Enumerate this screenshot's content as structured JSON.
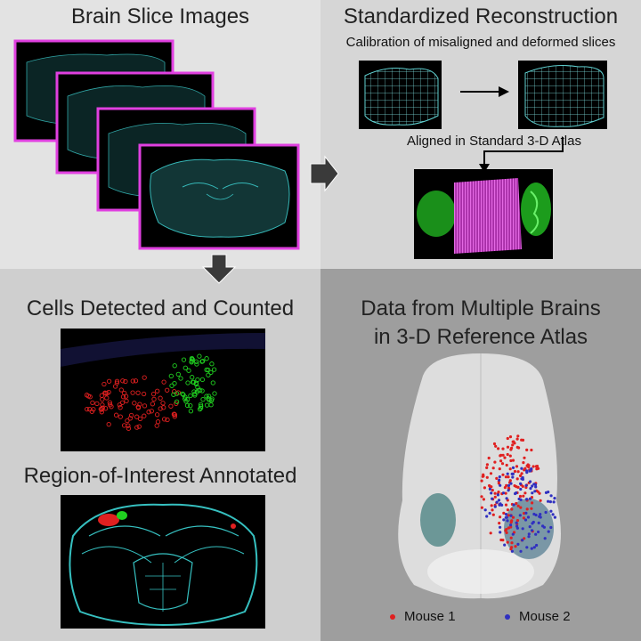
{
  "panels": {
    "slices": {
      "title": "Brain Slice Images"
    },
    "reconstruction": {
      "title": "Standardized Reconstruction",
      "subtitle": "Calibration of misaligned and deformed slices",
      "aligned_label": "Aligned in Standard 3-D Atlas"
    },
    "cells": {
      "title": "Cells Detected and Counted"
    },
    "roi": {
      "title": "Region-of-Interest Annotated"
    },
    "multi": {
      "title_line1": "Data from Multiple Brains",
      "title_line2": "in 3-D Reference Atlas",
      "legend": [
        {
          "label": "Mouse 1",
          "color": "#e02020"
        },
        {
          "label": "Mouse 2",
          "color": "#3030c0"
        }
      ]
    }
  },
  "colors": {
    "slice_frame": "#e040e0",
    "cyan_tissue": "#36b8b8",
    "green_cells": "#20d020",
    "red_cells": "#e02020",
    "atlas_magenta": "#d040d0"
  }
}
